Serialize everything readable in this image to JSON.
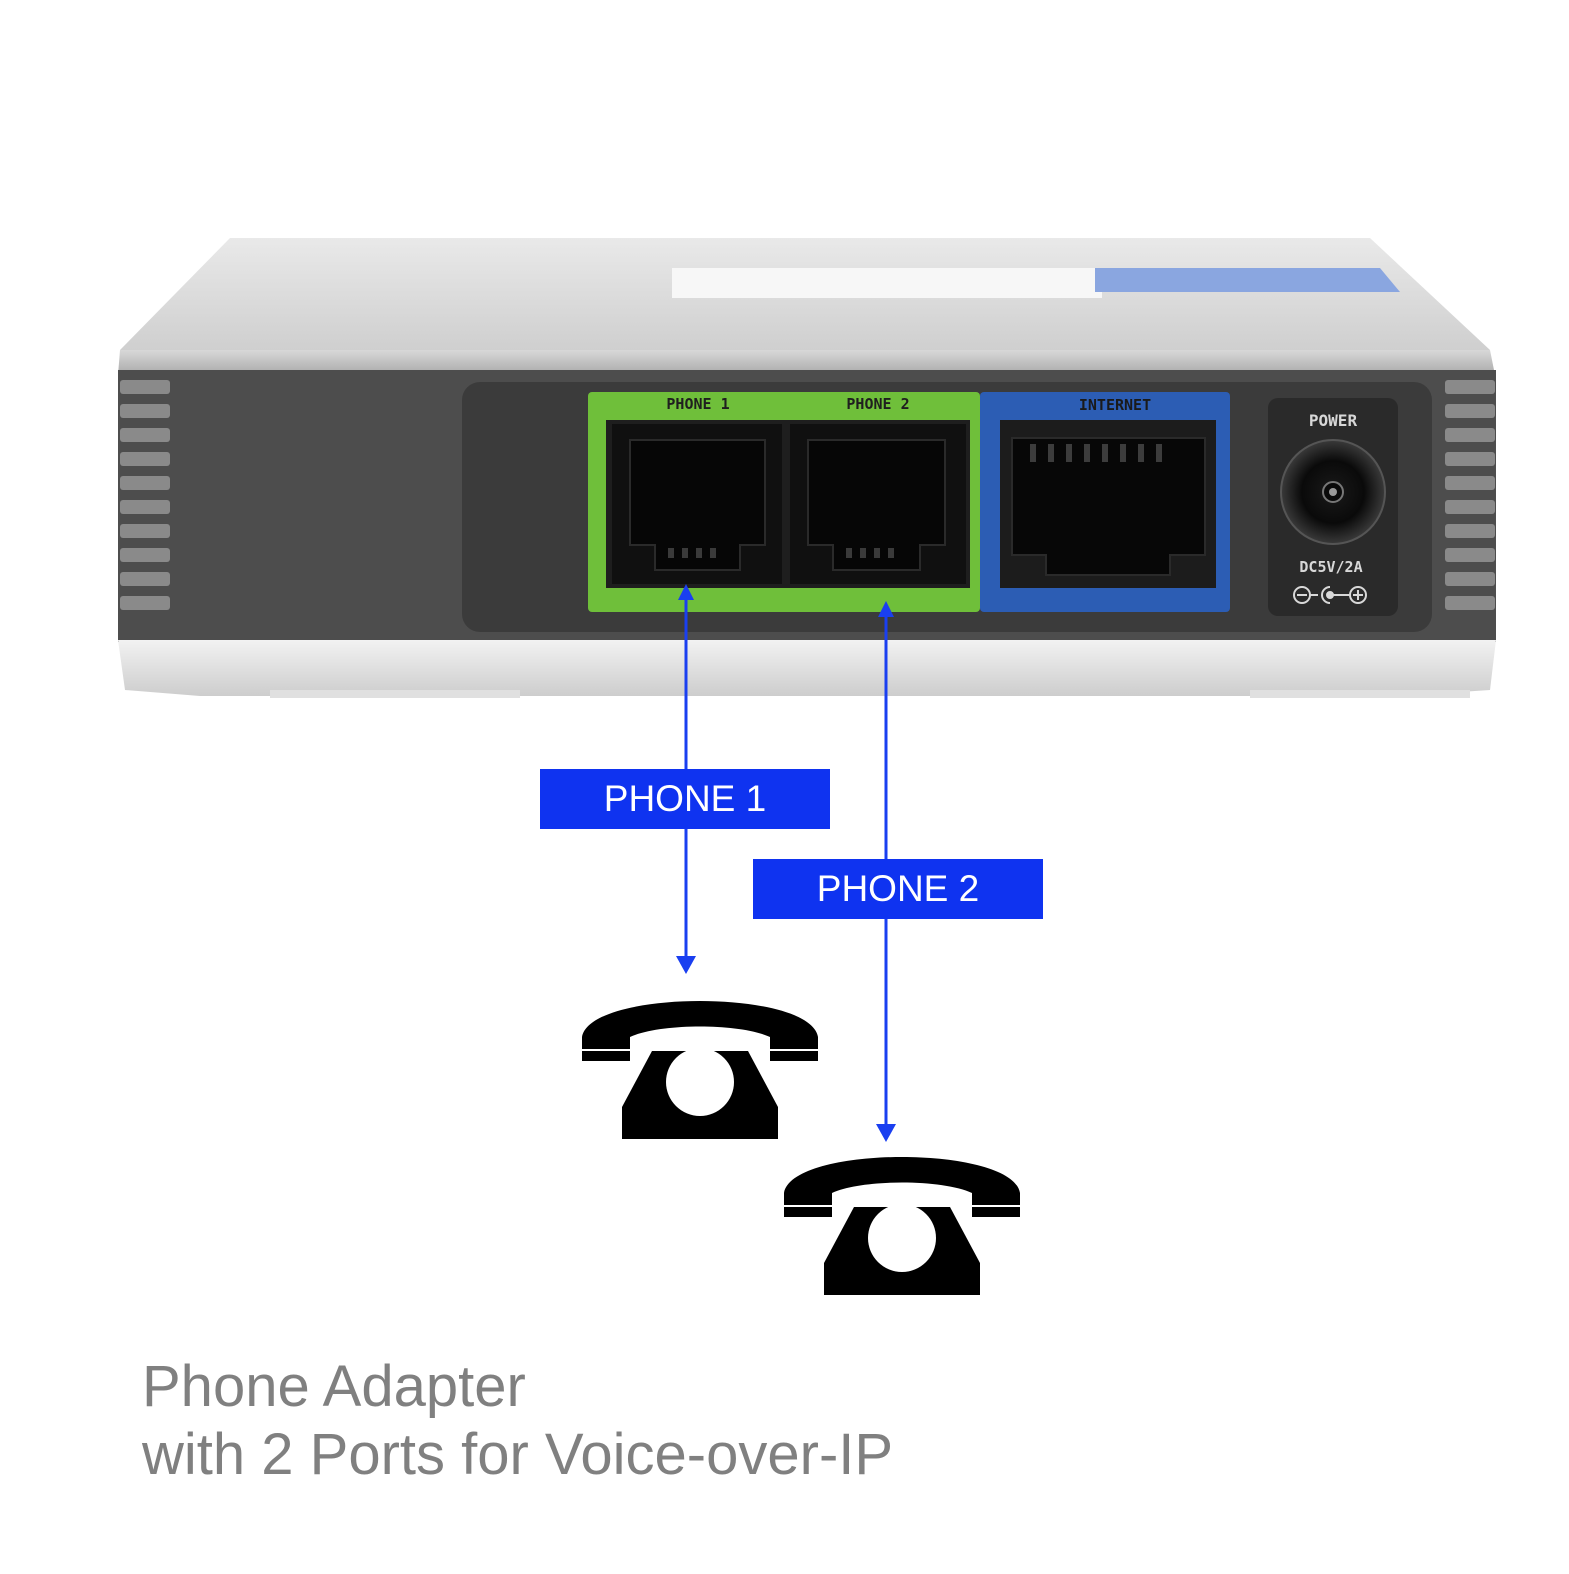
{
  "device": {
    "port_labels": {
      "phone1": "PHONE 1",
      "phone2": "PHONE 2",
      "internet": "INTERNET",
      "power": "POWER",
      "power_rating": "DC5V/2A"
    }
  },
  "callouts": {
    "phone1": "PHONE 1",
    "phone2": "PHONE 2"
  },
  "caption": {
    "line1": "Phone Adapter",
    "line2": "with 2 Ports for Voice-over-IP"
  },
  "colors": {
    "callout_blue": "#0f33f0",
    "phone_port_green": "#6fbf3a",
    "internet_port_blue": "#2c5db4",
    "caption_gray": "#808080",
    "arrow_blue": "#1a3ff0",
    "device_top_stripe": "#8aa6e0"
  },
  "icons": [
    "telephone-icon",
    "telephone-icon",
    "power-jack-icon",
    "polarity-symbol-icon"
  ]
}
